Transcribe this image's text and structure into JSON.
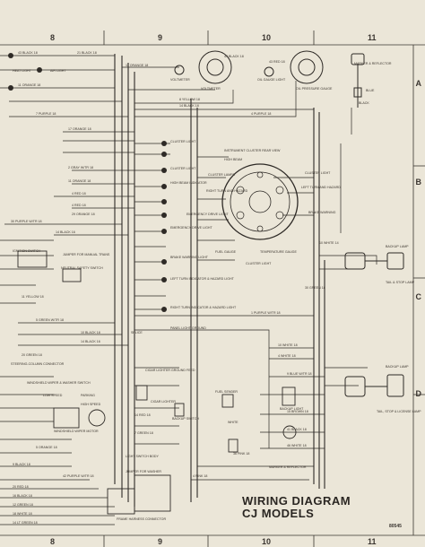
{
  "title": {
    "line1": "WIRING DIAGRAM",
    "line2": "CJ MODELS"
  },
  "drawing_number": "80545",
  "grid_columns": [
    "8",
    "9",
    "10",
    "11"
  ],
  "grid_rows": [
    "A",
    "B",
    "C",
    "D"
  ],
  "labels": {
    "heat_light": "HEAT LIGHT",
    "air_light": "AIR LIGHT",
    "voltmeter": "VOLTMETER",
    "voltmeter2": "VOLTMETER",
    "oil_gauge_light": "OIL GAUGE LIGHT",
    "oil_pressure_gauge": "OIL PRESSURE GAUGE",
    "marker_reflector_top": "MARKER & REFLECTOR",
    "instrument_cluster": "INSTRUMENT CLUSTER REAR VIEW",
    "cluster_light_1": "CLUSTER LIGHT",
    "cluster_light_2": "CLUSTER LIGHT",
    "cluster_light_3": "CLUSTER LIGHT",
    "high_beam_indicator": "HIGH BEAM INDICATOR",
    "high_beam": "HIGH BEAM",
    "cluster_lamps": "CLUSTER LAMPS",
    "right_turn": "RIGHT TURN AND HAZARD",
    "left_turn": "LEFT TURN AND HAZARD",
    "brake_warning": "BRAKE WARNING",
    "emergency_drive": "EMERGENCY DRIVE LIGHT",
    "emergency_drive_left": "EMERGENCY DRIVE LIGHT",
    "brake_warning_light": "BRAKE WARNING LIGHT",
    "fuel_gauge": "FUEL GAUGE",
    "temp_gauge": "TEMPERATURE GAUGE",
    "cluster_light_bottom": "CLUSTER LIGHT",
    "left_turn_indicator": "LEFT TURN INDICATOR & HAZARD LIGHT",
    "right_turn_indicator": "RIGHT TURN INDICATOR & HAZARD LIGHT",
    "panel_light_ground": "PANEL LIGHT GROUND",
    "ignition_switch": "IGNITION SWITCH",
    "jumper_manual": "JUMPER FOR MANUAL TRANS",
    "neutral_safety": "NEUTRAL SAFETY SWITCH",
    "steering_column": "STEERING-COLUMN CONNECTOR",
    "windshield_wiper": "WINDSHIELD WIPER & WASHER SWITCH",
    "low_speed": "LOW SPEED",
    "parking": "PARKING",
    "high_speed": "HIGH SPEED",
    "windshield_motor": "WINDSHIELD WIPER MOTOR",
    "cigar_lighter_feed": "CIGAR LIGHTER GROUND FEED",
    "cigar_lighter": "CIGAR LIGHTER",
    "backup_switch": "BACKUP SWITCH",
    "light_switch": "LIGHT SWITCH BODY",
    "jumper_washer": "JUMPER FOR WASHER",
    "fuel_sender": "FUEL SENDER",
    "backup_light_left": "BACKUP LIGHT",
    "marker_reflector_bottom": "MARKER & REFLECTOR",
    "backup_lamp_top": "BACKUP LAMP",
    "tail_stop_lamp": "TAIL & STOP LAMP",
    "backup_lamp_bottom": "BACKUP LAMP",
    "tail_stop_license": "TAIL, STOP & LICENSE LAMP",
    "frame_harness": "FRAME HARNESS CONNECTOR",
    "white_label": "WHITE",
    "blue_label": "BLUE",
    "black_label": "BLACK",
    "splice_label": "SPLICE"
  },
  "wires": [
    "43 BLACK 18",
    "11 ORANGE 18",
    "21 BLACK 18",
    "11 ORANGE 18",
    "43 RED 18",
    "44 BLACK 18",
    "8 YELLOW 18",
    "14 BLACK 18",
    "7 PURPLE 18",
    "4 PURPLE 18",
    "17 ORANGE 18",
    "2 GRAY W/TR 18",
    "11 ORANGE 18",
    "4 RED 18",
    "4 RED 18",
    "29 ORANGE 18",
    "30 PURPLE W/TR 18",
    "14 BLACK 16",
    "10 WHITE 14",
    "11 YELLOW 18",
    "5 GREEN W/TR 18",
    "14 BLACK 16",
    "30 GREEN 18",
    "20 GREEN 18",
    "1 PURPLE W/TR 18",
    "10 BLACK 18",
    "14 RED 18",
    "7 GREEN 18",
    "10 WHITE 18",
    "4 WHITE 18",
    "5 ORANGE 18",
    "9 BLACK 18",
    "36 PINK 18",
    "20 RED 18",
    "16 BLACK 18",
    "12 GREEN 18",
    "18 WHITE 18",
    "14 LT GREEN 18",
    "4 PINK 18",
    "9 BLUE W/TR 18",
    "15 BROWN 18",
    "41 BLACK 18",
    "46 WHITE 18",
    "42 PURPLE W/TR 18"
  ]
}
